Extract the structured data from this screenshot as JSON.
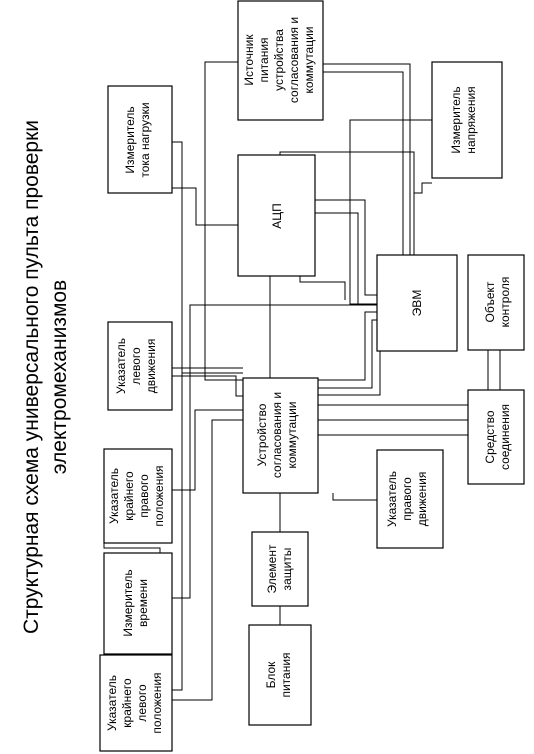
{
  "title": "Структурная схема универсального пульта проверки электромеханизмов",
  "title_lines": [
    "Структурная схема универсального пульта проверки",
    "электромеханизмов"
  ],
  "blocks": {
    "power_source": "Источник питания устройства согласования и коммутации",
    "power_source_lines": [
      "Источник",
      "питания",
      "устройства",
      "согласования и",
      "коммутации"
    ],
    "voltage_meter": "Измеритель напряжения",
    "voltage_meter_lines": [
      "Измеритель",
      "напряжения"
    ],
    "current_meter": "Измеритель тока нагрузки",
    "current_meter_lines": [
      "Измеритель",
      "тока нагрузки"
    ],
    "adc": "АЦП",
    "computer": "ЭВМ",
    "control_object": "Объект контроля",
    "control_object_lines": [
      "Объект",
      "контроля"
    ],
    "left_motion": "Указатель левого движения",
    "left_motion_lines": [
      "Указатель",
      "левого",
      "движения"
    ],
    "interface_unit": "Устройство согласования и коммутации",
    "interface_unit_lines": [
      "Устройство",
      "согласования и",
      "коммутации"
    ],
    "connector": "Средство соединения",
    "connector_lines": [
      "Средство",
      "соединения"
    ],
    "right_extreme": "Указатель крайнего правого положения",
    "right_extreme_lines": [
      "Указатель",
      "крайнего",
      "правого",
      "положения"
    ],
    "right_motion": "Указатель правого движения",
    "right_motion_lines": [
      "Указатель",
      "правого",
      "движения"
    ],
    "time_meter": "Измеритель времени",
    "time_meter_lines": [
      "Измеритель",
      "времени"
    ],
    "protection": "Элемент защиты",
    "protection_lines": [
      "Элемент",
      "защиты"
    ],
    "power_unit": "Блок питания",
    "power_unit_lines": [
      "Блок",
      "питания"
    ],
    "left_extreme": "Указатель крайнего левого положения",
    "left_extreme_lines": [
      "Указатель",
      "крайнего",
      "левого",
      "положения"
    ]
  }
}
